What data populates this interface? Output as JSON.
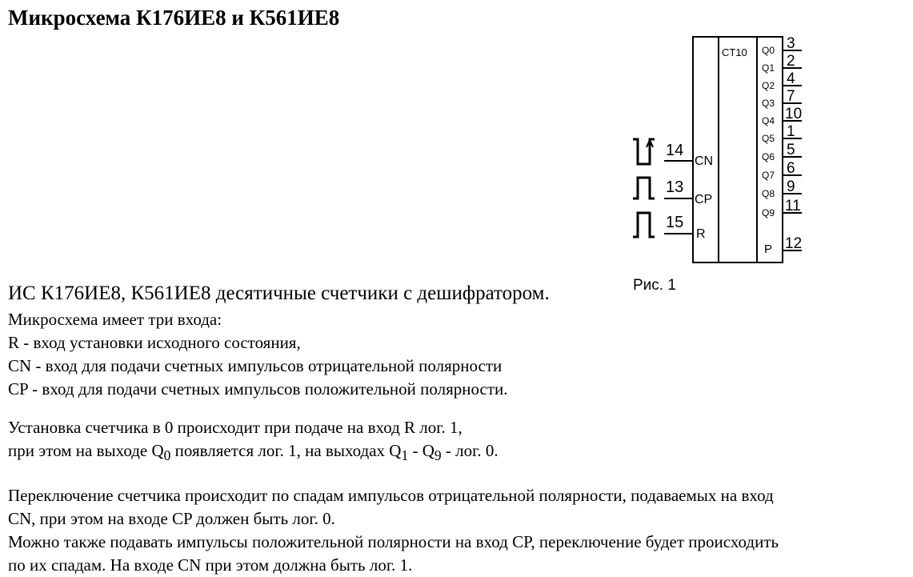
{
  "title": "Микросхема К176ИЕ8 и К561ИЕ8",
  "figure": {
    "block_label": "CT10",
    "caption": "Рис. 1",
    "outputs": [
      {
        "name": "Q0",
        "pin": "3"
      },
      {
        "name": "Q1",
        "pin": "2"
      },
      {
        "name": "Q2",
        "pin": "4"
      },
      {
        "name": "Q3",
        "pin": "7"
      },
      {
        "name": "Q4",
        "pin": "10"
      },
      {
        "name": "Q5",
        "pin": "1"
      },
      {
        "name": "Q6",
        "pin": "5"
      },
      {
        "name": "Q7",
        "pin": "6"
      },
      {
        "name": "Q8",
        "pin": "9"
      },
      {
        "name": "Q9",
        "pin": "11"
      }
    ],
    "carry": {
      "name": "P",
      "pin": "12"
    },
    "inputs": [
      {
        "name": "CN",
        "pin": "14"
      },
      {
        "name": "CP",
        "pin": "13"
      },
      {
        "name": "R",
        "pin": "15"
      }
    ]
  },
  "text": {
    "lead": "ИС К176ИЕ8, К561ИЕ8 десятичные счетчики с дешифратором.",
    "p1": [
      "Микросхема имеет три входа:",
      "R - вход установки исходного состояния,",
      "CN - вход для подачи счетных импульсов отрицательной полярности",
      "CP - вход для подачи счетных импульсов положительной полярности."
    ],
    "p2": {
      "line1": "Установка счетчика в 0 происходит при подаче на вход R лог. 1,",
      "line2_a": "при этом на выходе Q",
      "sub0": "0",
      "line2_b": " появляется лог. 1, на выходах Q",
      "sub1": "1",
      "line2_c": " - Q",
      "sub9": "9",
      "line2_d": " - лог. 0."
    },
    "p3": [
      "Переключение счетчика происходит по спадам импульсов отрицательной полярности, подаваемых на вход",
      "CN, при этом на входе CP должен быть лог. 0.",
      "Можно также подавать импульсы положительной полярности на вход CP, переключение будет происходить",
      "по их спадам. На входе CN при этом должна быть лог. 1."
    ]
  }
}
